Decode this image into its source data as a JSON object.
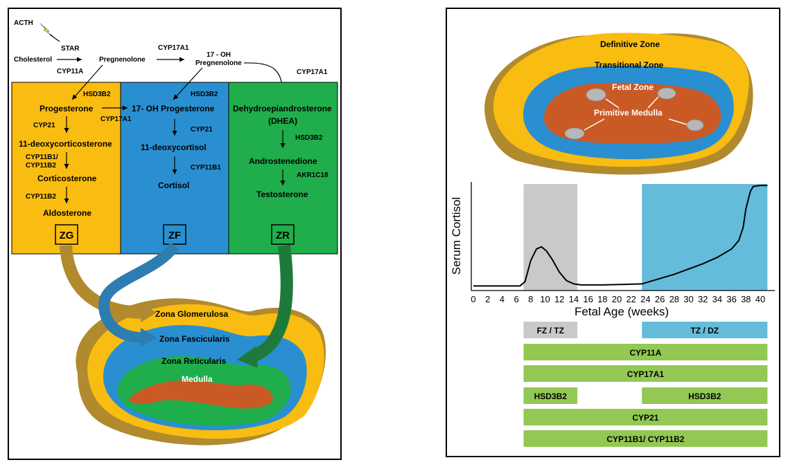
{
  "colors": {
    "zg": "#F9BC10",
    "zf": "#2A8FD0",
    "zr": "#1FAE4B",
    "medulla": "#C95A26",
    "gold": "#B18A2E",
    "gray": "#C9C9C9",
    "lightblue": "#64BCDA",
    "green": "#92C853",
    "darkgreen": "#1E7A3A",
    "steel": "#2D7DB0"
  },
  "left": {
    "acth": "ACTH",
    "star": "STAR",
    "cholesterol": "Cholesterol",
    "cyp11a": "CYP11A",
    "pregnenolone": "Pregnenolone",
    "cyp17a1_top": "CYP17A1",
    "oh_pregnenolone_1": "17 - OH",
    "oh_pregnenolone_2": "Pregnenolone",
    "cyp17a1_right": "CYP17A1",
    "zg_col": {
      "hsd3b2": "HSD3B2",
      "progesterone": "Progesterone",
      "cyp17a1": "CYP17A1",
      "cyp21": "CYP21",
      "deoxycorticosterone": "11-deoxycorticosterone",
      "cyp11b1_1": "CYP11B1/",
      "cyp11b1_2": "CYP11B2",
      "corticosterone": "Corticosterone",
      "cyp11b2": "CYP11B2",
      "aldosterone": "Aldosterone",
      "zone": "ZG"
    },
    "zf_col": {
      "hsd3b2": "HSD3B2",
      "oh_progesterone": "17- OH Progesterone",
      "cyp21": "CYP21",
      "deoxycortisol": "11-deoxycortisol",
      "cyp11b1": "CYP11B1",
      "cortisol": "Cortisol",
      "zone": "ZF"
    },
    "zr_col": {
      "dhea_1": "Dehydroepiandrosterone",
      "dhea_2": "(DHEA)",
      "hsd3b2": "HSD3B2",
      "androstenedione": "Androstenedione",
      "akr1c18": "AKR1C18",
      "testosterone": "Testosterone",
      "zone": "ZR"
    },
    "gland": {
      "glomerulosa": "Zona Glomerulosa",
      "fasciculata": "Zona Fascicularis",
      "reticularis": "Zona Reticularis",
      "medulla": "Medulla"
    }
  },
  "right": {
    "fetal_gland": {
      "definitive": "Definitive Zone",
      "transitional": "Transitional Zone",
      "fetal": "Fetal Zone",
      "medulla": "Primitive Medulla"
    },
    "chart_data": {
      "type": "line",
      "title": "",
      "xlabel": "Fetal Age (weeks)",
      "ylabel": "Serum Cortisol",
      "xlim": [
        0,
        40
      ],
      "xticks": [
        "0",
        "2",
        "4",
        "6",
        "8",
        "10",
        "12",
        "14",
        "16",
        "18",
        "20",
        "22",
        "24",
        "26",
        "28",
        "30",
        "32",
        "34",
        "36",
        "38",
        "40"
      ],
      "shaded": [
        {
          "from": 7,
          "to": 14.5,
          "color": "#C9C9C9"
        },
        {
          "from": 23.5,
          "to": 41,
          "color": "#64BCDA"
        }
      ],
      "series": [
        {
          "name": "",
          "x": [
            0,
            6.5,
            7.2,
            8,
            8.8,
            9.5,
            10.2,
            11,
            12,
            13,
            14,
            15,
            18,
            21,
            23.5,
            26,
            28,
            30,
            32,
            34,
            36,
            37,
            37.6,
            38,
            38.6,
            39,
            40,
            41
          ],
          "y": [
            0.03,
            0.03,
            0.07,
            0.27,
            0.38,
            0.4,
            0.36,
            0.28,
            0.16,
            0.08,
            0.05,
            0.04,
            0.04,
            0.045,
            0.05,
            0.1,
            0.14,
            0.19,
            0.24,
            0.3,
            0.38,
            0.46,
            0.58,
            0.76,
            0.92,
            0.97,
            0.98,
            0.98
          ]
        }
      ],
      "bars": [
        {
          "label": "FZ / TZ",
          "from": 7,
          "to": 14.5,
          "color": "#C9C9C9"
        },
        {
          "label": "TZ / DZ",
          "from": 23.5,
          "to": 41,
          "color": "#64BCDA"
        },
        {
          "label": "CYP11A",
          "from": 7,
          "to": 41,
          "color": "#92C853"
        },
        {
          "label": "CYP17A1",
          "from": 7,
          "to": 41,
          "color": "#92C853"
        },
        {
          "label": "HSD3B2",
          "from": 7,
          "to": 14.5,
          "color": "#92C853",
          "row": 4
        },
        {
          "label": "HSD3B2",
          "from": 23.5,
          "to": 41,
          "color": "#92C853",
          "row": 4
        },
        {
          "label": "CYP21",
          "from": 7,
          "to": 41,
          "color": "#92C853"
        },
        {
          "label": "CYP11B1/ CYP11B2",
          "from": 7,
          "to": 41,
          "color": "#92C853"
        }
      ]
    }
  }
}
